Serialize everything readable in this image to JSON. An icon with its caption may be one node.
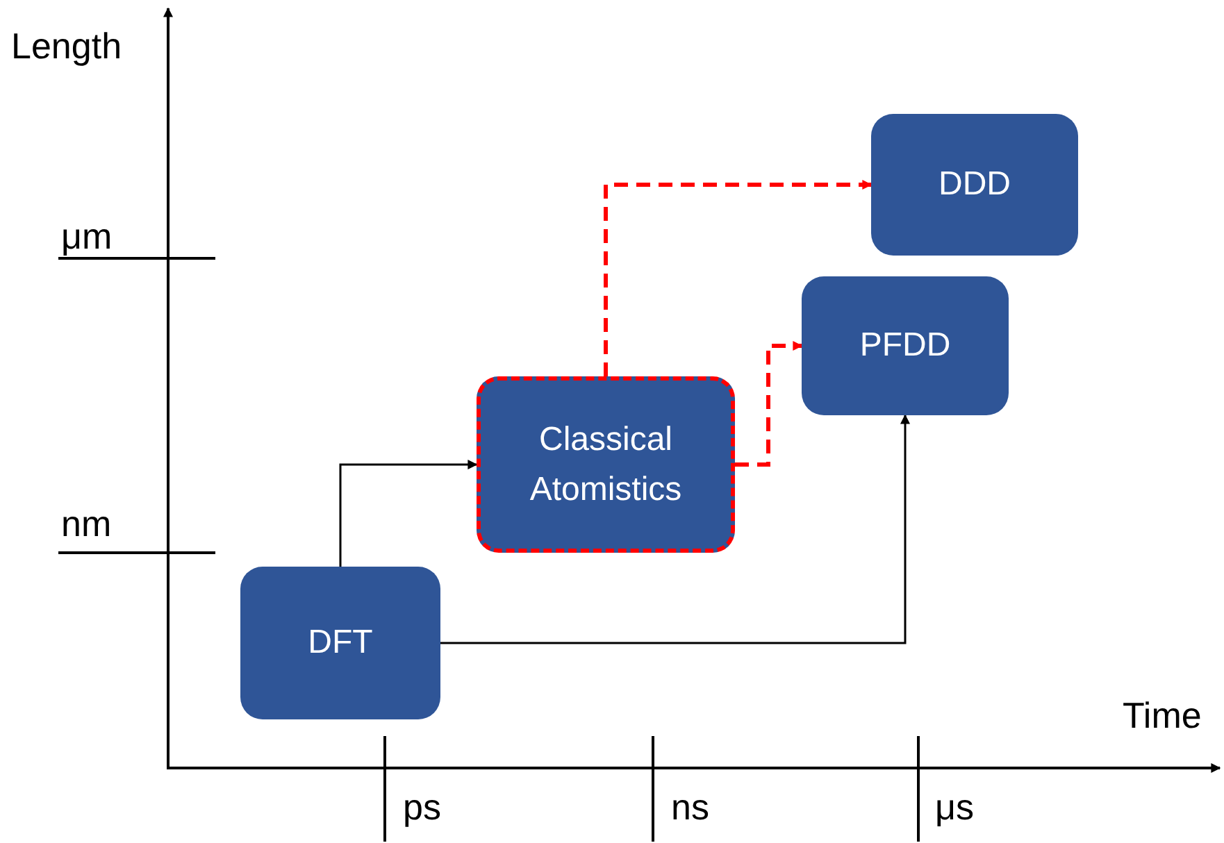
{
  "diagram": {
    "nodes": [
      {
        "text": [
          "DFT"
        ]
      },
      {
        "text": [
          "Classical Atomistics"
        ]
      },
      {
        "text": [
          "PFDD"
        ]
      },
      {
        "text": [
          "DDD"
        ]
      }
    ],
    "edges": [
      {
        "from": 0,
        "to": 1,
        "arrow": "to"
      },
      {
        "from": 0,
        "to": 2,
        "arrow": "to"
      },
      {
        "from": 1,
        "to": 3,
        "arrow": "to",
        "style": "dashed",
        "color": "#ff0000"
      },
      {
        "from": 1,
        "to": 2,
        "arrow": "to",
        "style": "dashed",
        "color": "#ff0000"
      }
    ],
    "labels": [
      "Length",
      "μm",
      "nm",
      "Time",
      "ps",
      "ns",
      "μs"
    ]
  }
}
